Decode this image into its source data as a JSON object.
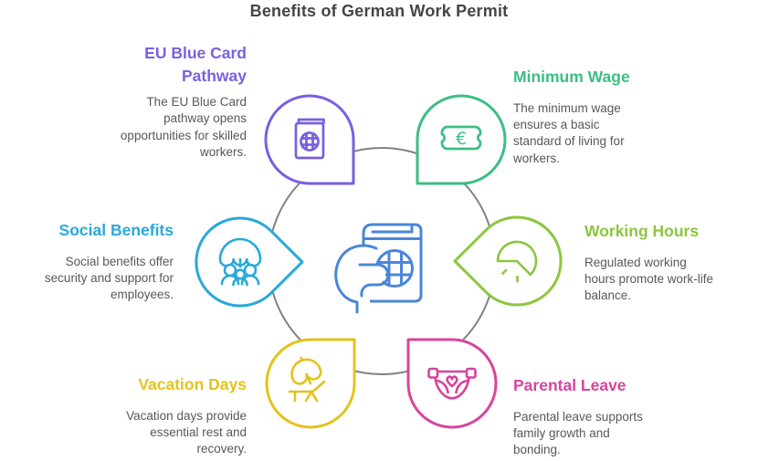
{
  "title": "Benefits of German Work Permit",
  "center": {
    "icon": "passport-in-hand-icon",
    "accent_color": "#4a86d8",
    "ring_color": "#828282"
  },
  "nodes": [
    {
      "id": "eu-blue-card-pathway",
      "label": "EU Blue Card\nPathway",
      "description": "The EU Blue Card\npathway opens\nopportunities for skilled\nworkers.",
      "color": "#7a5fe0",
      "icon": "passport-icon",
      "position": "top-left"
    },
    {
      "id": "minimum-wage",
      "label": "Minimum Wage",
      "description": "The minimum wage\nensures a basic\nstandard of living for\nworkers.",
      "color": "#3cbe82",
      "icon": "euro-banknote-icon",
      "position": "top-right"
    },
    {
      "id": "social-benefits",
      "label": "Social Benefits",
      "description": "Social benefits offer\nsecurity and support for\nemployees.",
      "color": "#29a9da",
      "icon": "family-umbrella-icon",
      "position": "left"
    },
    {
      "id": "working-hours",
      "label": "Working Hours",
      "description": "Regulated working\nhours promote work-life\nbalance.",
      "color": "#8cc63e",
      "icon": "time-gauge-icon",
      "position": "right"
    },
    {
      "id": "vacation-days",
      "label": "Vacation Days",
      "description": "Vacation days provide\nessential rest and\nrecovery.",
      "color": "#e3c31c",
      "icon": "beach-lounger-icon",
      "position": "bottom-left"
    },
    {
      "id": "parental-leave",
      "label": "Parental Leave",
      "description": "Parental leave supports\nfamily growth and\nbonding.",
      "color": "#d8449d",
      "icon": "diaper-icon",
      "position": "bottom-right"
    }
  ]
}
